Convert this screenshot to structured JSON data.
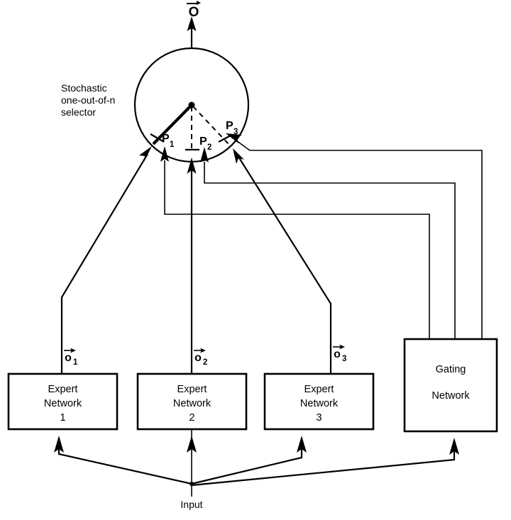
{
  "figure": {
    "title": "Mixture of experts with stochastic one-out-of-n selector",
    "background_color": "#ffffff",
    "ink_color": "#000000"
  },
  "output": {
    "symbol": "O",
    "has_vector_arrow": true,
    "name": "output-vector-label"
  },
  "selector": {
    "label_lines": [
      "Stochastic",
      "one-out-of-n",
      "selector"
    ],
    "shape": "circle",
    "spokes": [
      {
        "id": "P1",
        "label": "P",
        "subscript": "1",
        "style": "solid-thick",
        "selected": true
      },
      {
        "id": "P2",
        "label": "P",
        "subscript": "2",
        "style": "dashed",
        "selected": false
      },
      {
        "id": "P3",
        "label": "P",
        "subscript": "3",
        "style": "dashed",
        "selected": false
      }
    ]
  },
  "expert_outputs": [
    {
      "symbol": "o",
      "subscript": "1",
      "has_vector_arrow": true
    },
    {
      "symbol": "o",
      "subscript": "2",
      "has_vector_arrow": true
    },
    {
      "symbol": "o",
      "subscript": "3",
      "has_vector_arrow": true
    }
  ],
  "boxes": [
    {
      "id": "expert-1",
      "lines": [
        "Expert",
        "Network",
        "1"
      ]
    },
    {
      "id": "expert-2",
      "lines": [
        "Expert",
        "Network",
        "2"
      ]
    },
    {
      "id": "expert-3",
      "lines": [
        "Expert",
        "Network",
        "3"
      ]
    },
    {
      "id": "gating",
      "lines": [
        "Gating",
        "Network"
      ]
    }
  ],
  "input": {
    "label": "Input",
    "fanout_count": 4
  }
}
